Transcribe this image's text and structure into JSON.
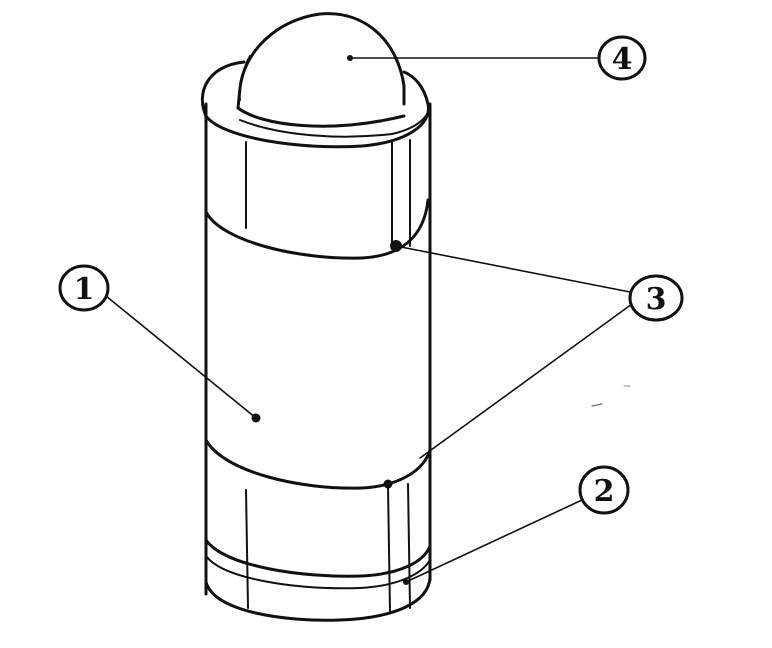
{
  "callouts": {
    "c1": "1",
    "c2": "2",
    "c3": "3",
    "c4": "4"
  },
  "colors": {
    "ink": "#111111",
    "paper": "#ffffff"
  }
}
